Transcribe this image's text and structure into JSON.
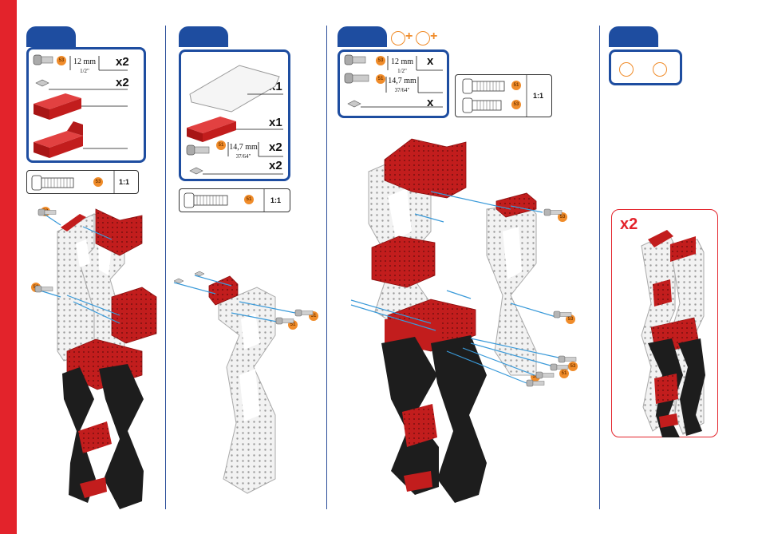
{
  "colors": {
    "brand_red": "#e3232b",
    "panel_blue": "#1e4da0",
    "part_orange": "#f08c2a",
    "part_red": "#c21d1d",
    "frame_black": "#1a1a1a"
  },
  "step1": {
    "screw": {
      "part_no": "53",
      "length_mm": "12 mm",
      "length_in": "1/2\"",
      "qty": "x2"
    },
    "nut": {
      "qty": "x2"
    },
    "scale": {
      "part_no": "53",
      "ratio": "1:1"
    },
    "callouts": [
      "53",
      "53"
    ]
  },
  "step2": {
    "plate": {
      "qty": "x1"
    },
    "block": {
      "qty": "x1"
    },
    "screw": {
      "part_no": "51",
      "length_mm": "14,7 mm",
      "length_in": "37/64\"",
      "qty": "x2"
    },
    "nut": {
      "qty": "x2"
    },
    "scale": {
      "part_no": "51",
      "ratio": "1:1"
    },
    "callouts": [
      "51",
      "51"
    ]
  },
  "step3": {
    "screw_a": {
      "part_no": "53",
      "length_mm": "12 mm",
      "length_in": "1/2\"",
      "qty": "x"
    },
    "screw_b": {
      "part_no": "51",
      "length_mm": "14,7 mm",
      "length_in": "37/64\""
    },
    "nut": {
      "qty": "x"
    },
    "scale": {
      "part_a": "51",
      "part_b": "53",
      "ratio": "1:1"
    },
    "callouts": [
      "53",
      "53",
      "51",
      "53",
      "53"
    ]
  },
  "step4": {
    "repeat_label": "x2"
  }
}
